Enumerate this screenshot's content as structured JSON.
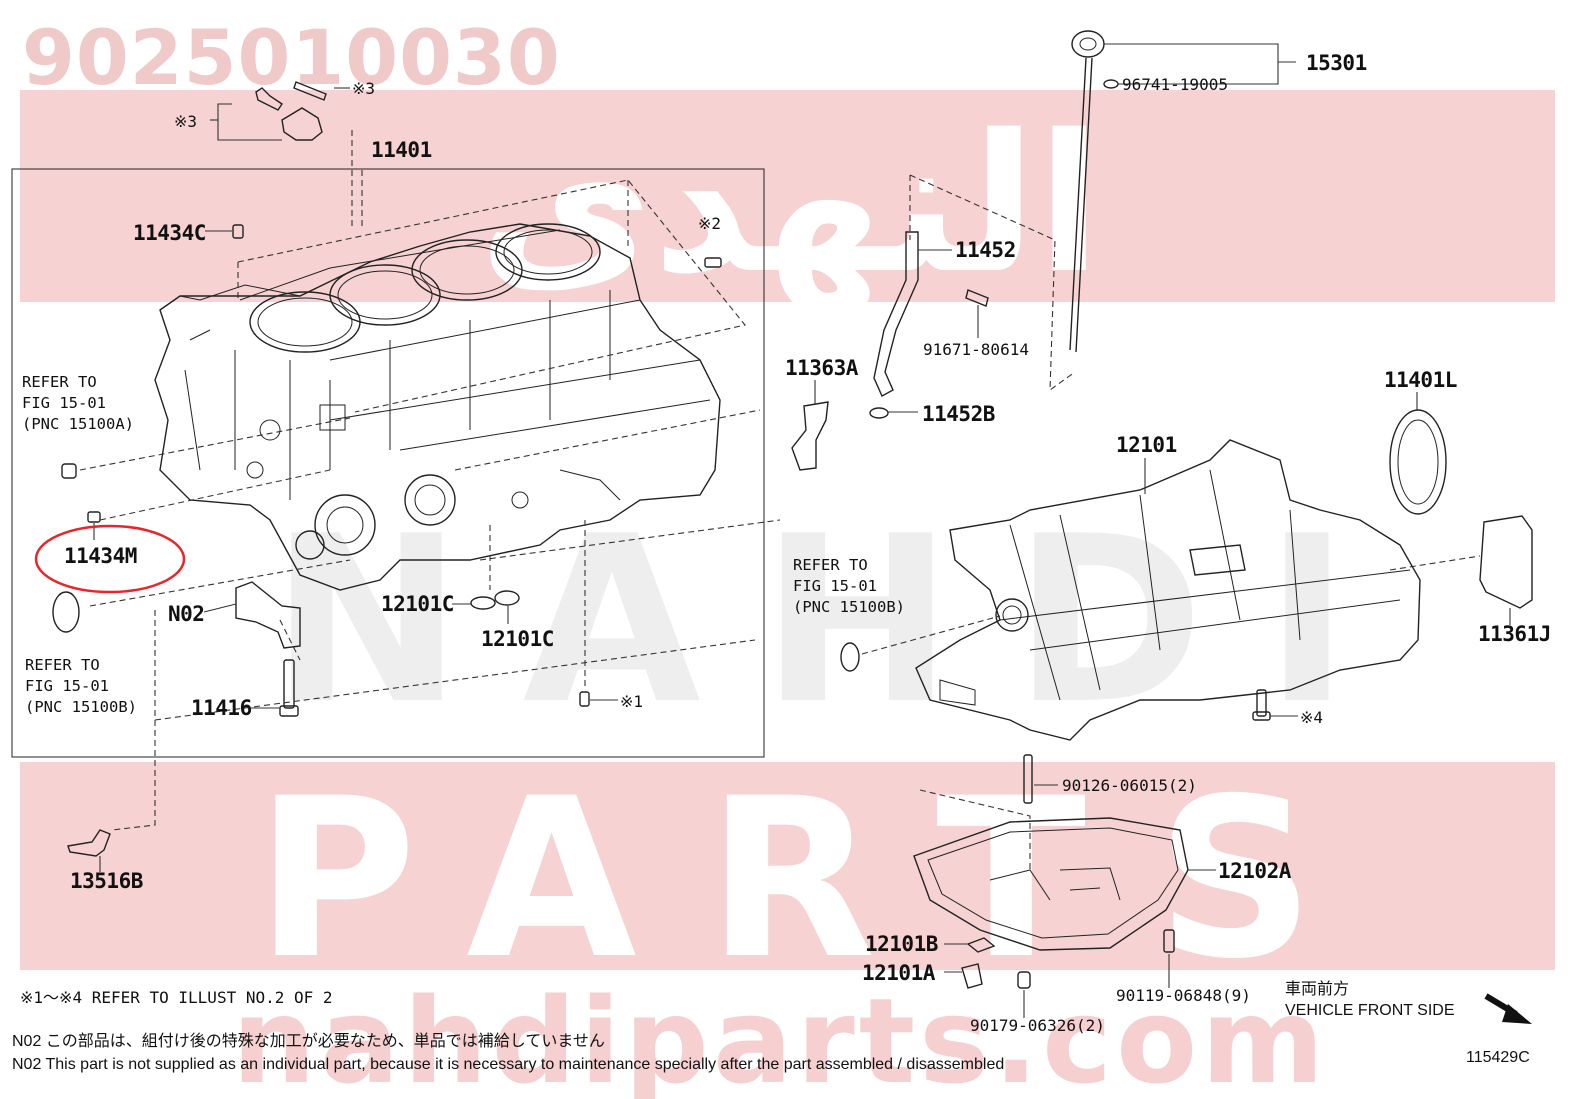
{
  "header": {
    "part_number": "9025010030"
  },
  "watermark": {
    "arabic": "النهدي",
    "brand_line1": "NAHDI",
    "brand_line2": "PARTS",
    "site": "nahdiparts.com"
  },
  "labels": {
    "p15301": "15301",
    "p96741": "96741-19005",
    "ref3a": "※3",
    "ref3b": "※3",
    "p11401": "11401",
    "p11434C": "11434C",
    "ref2": "※2",
    "p11452": "11452",
    "p91671": "91671-80614",
    "p11363A": "11363A",
    "p11452B": "11452B",
    "p11401L": "11401L",
    "p12101": "12101",
    "refer1_l1": "REFER TO",
    "refer1_l2": "FIG 15-01",
    "refer1_l3": "(PNC 15100A)",
    "p11434M": "11434M",
    "pN02": "N02",
    "p12101C_a": "12101C",
    "p12101C_b": "12101C",
    "refer2_l1": "REFER TO",
    "refer2_l2": "FIG 15-01",
    "refer2_l3": "(PNC 15100B)",
    "refer3_l1": "REFER TO",
    "refer3_l2": "FIG 15-01",
    "refer3_l3": "(PNC 15100B)",
    "p11361J": "11361J",
    "p11416": "11416",
    "ref1": "※1",
    "ref4": "※4",
    "p90126": "90126-06015(2)",
    "p13516B": "13516B",
    "p12102A": "12102A",
    "p12101B": "12101B",
    "p12101A": "12101A",
    "p90119": "90119-06848(9)",
    "p90179": "90179-06326(2)"
  },
  "notes": {
    "refer_note": "※1～※4 REFER TO ILLUST NO.2 OF 2",
    "n02_jp": "N02  この部品は、組付け後の特殊な加工が必要なため、単品では補給していません",
    "n02_en": "N02  This part is not supplied as an individual part, because it is necessary to maintenance specially after the part assembled / disassembled"
  },
  "direction": {
    "jp": "車両前方",
    "en": "VEHICLE FRONT SIDE"
  },
  "illustration_code": "115429C",
  "colors": {
    "highlight": "#e8252b",
    "watermark": "#f2c4c4",
    "header_text": "#f0c9c9",
    "line": "#222222"
  }
}
